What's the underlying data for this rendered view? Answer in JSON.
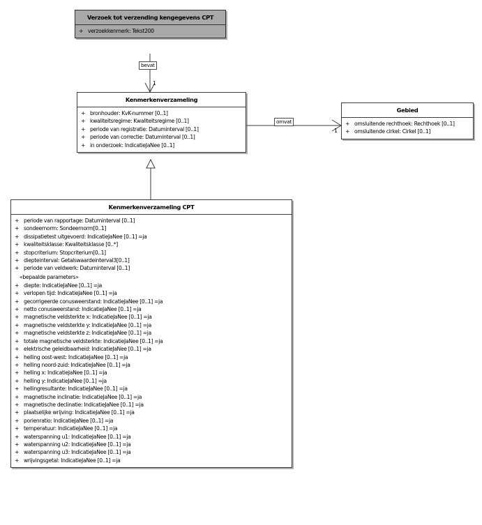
{
  "diagram": {
    "type": "uml-class-diagram",
    "background": "#ffffff",
    "shaded_fill": "#a9a9a9",
    "plain_fill": "#ffffff",
    "border": "#3a3a3a"
  },
  "classes": {
    "verzoek": {
      "name": "Verzoek tot verzending kengegevens CPT",
      "shaded": true,
      "attributes": [
        {
          "visibility": "+",
          "signature": "verzoekkenmerk: Tekst200"
        }
      ]
    },
    "kenmerkenverzameling": {
      "name": "Kenmerkenverzameling",
      "shaded": false,
      "attributes": [
        {
          "visibility": "+",
          "signature": "bronhouder: KvK-nummer [0..1]"
        },
        {
          "visibility": "+",
          "signature": "kwaliteitsregime: Kwaliteitsregime [0..1]"
        },
        {
          "visibility": "+",
          "signature": "periode van registratie: Datuminterval [0..1]"
        },
        {
          "visibility": "+",
          "signature": "periode van correctie: Datuminterval [0..1]"
        },
        {
          "visibility": "+",
          "signature": "in onderzoek: IndicatieJaNee [0..1]"
        }
      ]
    },
    "gebied": {
      "name": "Gebied",
      "shaded": false,
      "attributes": [
        {
          "visibility": "+",
          "signature": "omsluitende rechthoek: Rechthoek [0..1]"
        },
        {
          "visibility": "+",
          "signature": "omsluitende cirkel: Cirkel [0..1]"
        }
      ]
    },
    "kenmerkenverzameling_cpt": {
      "name": "Kenmerkenverzameling CPT",
      "shaded": false,
      "attributes": [
        {
          "visibility": "+",
          "signature": "periode van rapportage: Datuminterval [0..1]"
        },
        {
          "visibility": "+",
          "signature": "sondeernorm: Sondeernorm[0..1]"
        },
        {
          "visibility": "+",
          "signature": "dissipatietest uitgevoerd: IndicatieJaNee [0..1] =ja"
        },
        {
          "visibility": "+",
          "signature": "kwaliteitsklasse: Kwaliteitsklasse [0..*]"
        },
        {
          "visibility": "+",
          "signature": "stopcriterium: Stopcriterium[0..1]"
        },
        {
          "visibility": "+",
          "signature": "diepteinterval: Getalswaardeinterval3[0..1]"
        },
        {
          "visibility": "+",
          "signature": "periode van veldwerk: Datuminterval [0..1]"
        },
        {
          "visibility": "",
          "signature": "«bepaalde parameters»",
          "stereotype": true
        },
        {
          "visibility": "+",
          "signature": "diepte: IndicatieJaNee [0..1] =ja"
        },
        {
          "visibility": "+",
          "signature": "verlopen tijd: IndicatieJaNee [0..1] =ja"
        },
        {
          "visibility": "+",
          "signature": "gecorrigeerde conusweerstand: IndicatieJaNee [0..1] =ja"
        },
        {
          "visibility": "+",
          "signature": "netto conusweerstand: IndicatieJaNee [0..1] =ja"
        },
        {
          "visibility": "+",
          "signature": "magnetische veldsterkte x: IndicatieJaNee [0..1] =ja"
        },
        {
          "visibility": "+",
          "signature": "magnetische veldsterkte y: IndicatieJaNee [0..1] =ja"
        },
        {
          "visibility": "+",
          "signature": "magnetische veldsterkte z: IndicatieJaNee [0..1] =ja"
        },
        {
          "visibility": "+",
          "signature": "totale magnetische veldsterkte: IndicatieJaNee [0..1] =ja"
        },
        {
          "visibility": "+",
          "signature": "elektrische geleidbaarheid: IndicatieJaNee [0..1] =ja"
        },
        {
          "visibility": "+",
          "signature": "helling oost-west: IndicatieJaNee [0..1] =ja"
        },
        {
          "visibility": "+",
          "signature": "helling noord-zuid: IndicatieJaNee [0..1] =ja"
        },
        {
          "visibility": "+",
          "signature": "helling x: IndicatieJaNee [0..1] =ja"
        },
        {
          "visibility": "+",
          "signature": "helling y: IndicatieJaNee [0..1] =ja"
        },
        {
          "visibility": "+",
          "signature": "hellingresultante: IndicatieJaNee [0..1] =ja"
        },
        {
          "visibility": "+",
          "signature": "magnetische inclinatie: IndicatieJaNee [0..1] =ja"
        },
        {
          "visibility": "+",
          "signature": "magnetische declinatie: IndicatieJaNee [0..1] =ja"
        },
        {
          "visibility": "+",
          "signature": "plaatselijke wrijving: IndicatieJaNee [0..1] =ja"
        },
        {
          "visibility": "+",
          "signature": "porienratio: IndicatieJaNee [0..1] =ja"
        },
        {
          "visibility": "+",
          "signature": "temperatuur: IndicatieJaNee [0..1] =ja"
        },
        {
          "visibility": "+",
          "signature": "waterspanning u1: IndicatieJaNee [0..1] =ja"
        },
        {
          "visibility": "+",
          "signature": "waterspanning u2: IndicatieJaNee [0..1] =ja"
        },
        {
          "visibility": "+",
          "signature": "waterspanning u3: IndicatieJaNee [0..1] =ja"
        },
        {
          "visibility": "+",
          "signature": "wrijvingsgetal: IndicatieJaNee [0..1] =ja"
        }
      ]
    }
  },
  "relationships": {
    "bevat": {
      "label": "bevat",
      "target_multiplicity": "1",
      "kind": "association-directed",
      "from": "verzoek",
      "to": "kenmerkenverzameling"
    },
    "omvat": {
      "label": "omvat",
      "target_multiplicity": "1",
      "kind": "association-directed",
      "from": "kenmerkenverzameling",
      "to": "gebied"
    },
    "generalization": {
      "label": "",
      "kind": "generalization",
      "from": "kenmerkenverzameling_cpt",
      "to": "kenmerkenverzameling"
    }
  }
}
